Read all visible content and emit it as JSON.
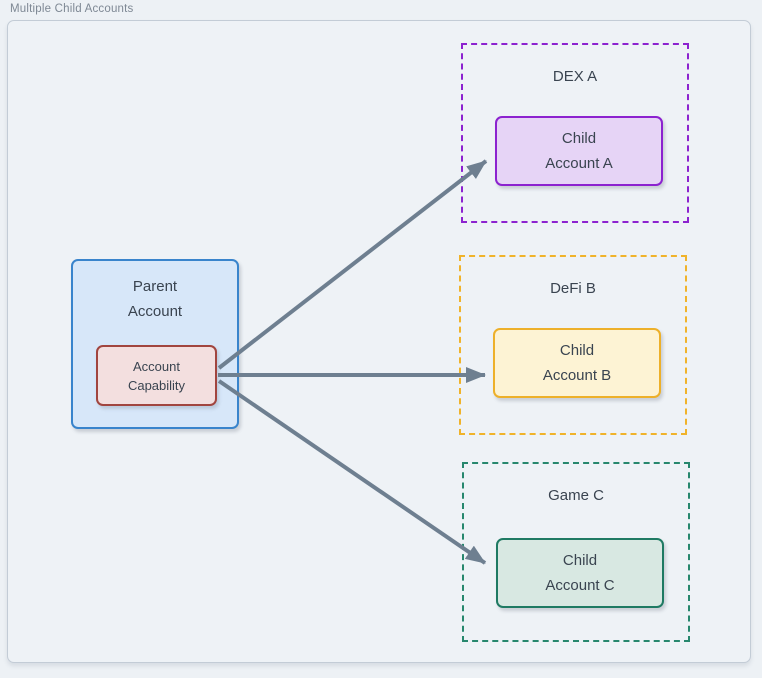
{
  "title": "Multiple Child Accounts",
  "colors": {
    "page_bg": "#edf1f5",
    "panel_bg": "#eef2f6",
    "panel_border": "#c3ccd6",
    "text": "#3a4450",
    "muted": "#7e8894",
    "arrow": "#6e7f90"
  },
  "parent": {
    "label_lines": [
      "Parent",
      "Account"
    ],
    "fill": "#d7e7f9",
    "border": "#3984cc",
    "capability": {
      "label_lines": [
        "Account",
        "Capability"
      ],
      "fill": "#f3dfdf",
      "border": "#a1453f"
    }
  },
  "children": [
    {
      "container_label": "DEX A",
      "box_lines": [
        "Child",
        "Account A"
      ],
      "dash_color": "#8c22cf",
      "box_fill": "#e6d4f6",
      "box_border": "#8c22cf"
    },
    {
      "container_label": "DeFi B",
      "box_lines": [
        "Child",
        "Account B"
      ],
      "dash_color": "#f0b32a",
      "box_fill": "#fdf3d4",
      "box_border": "#edb02a"
    },
    {
      "container_label": "Game C",
      "box_lines": [
        "Child",
        "Account C"
      ],
      "dash_color": "#27876d",
      "box_fill": "#d8e8e2",
      "box_border": "#1f7a63"
    }
  ]
}
